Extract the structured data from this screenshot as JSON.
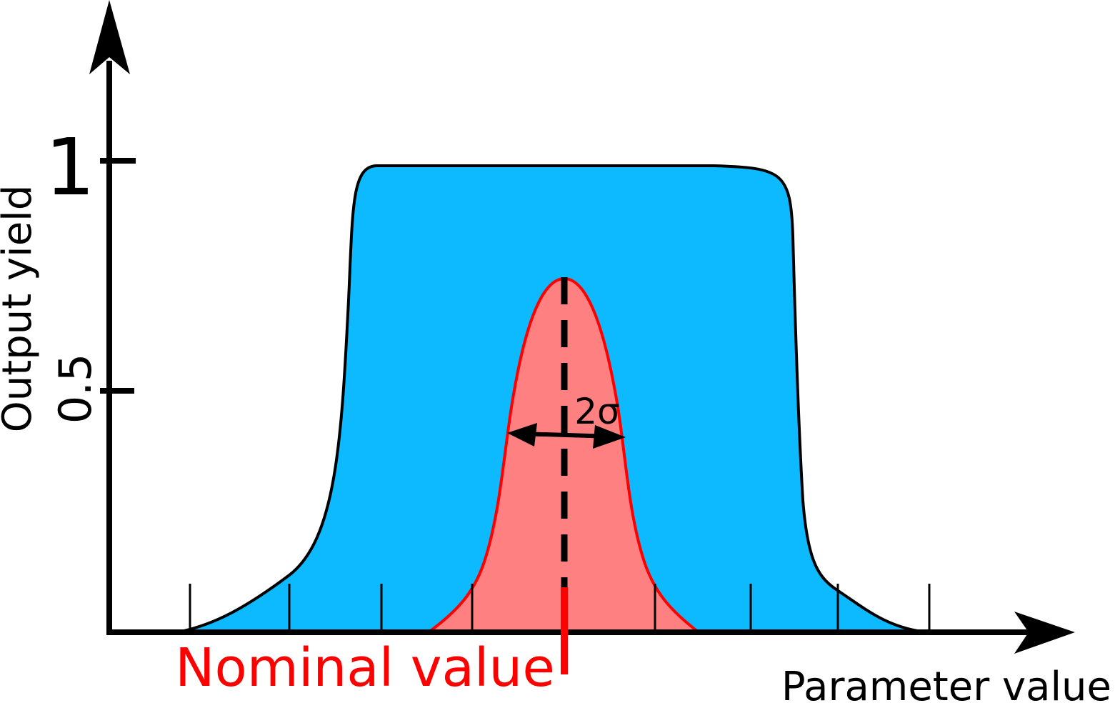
{
  "diagram": {
    "y_axis_label": "Output yield",
    "y_tick_1_label": "1",
    "y_tick_half_label": "0.5",
    "x_axis_label": "Parameter value",
    "nominal_label": "Nominal value",
    "sigma_label": "2σ"
  },
  "colors": {
    "yield_fill": "#0DB9FF",
    "distribution_fill": "#FF8080",
    "distribution_stroke": "#FF0000",
    "nominal_marker": "#FF0000",
    "axis": "#000000"
  }
}
